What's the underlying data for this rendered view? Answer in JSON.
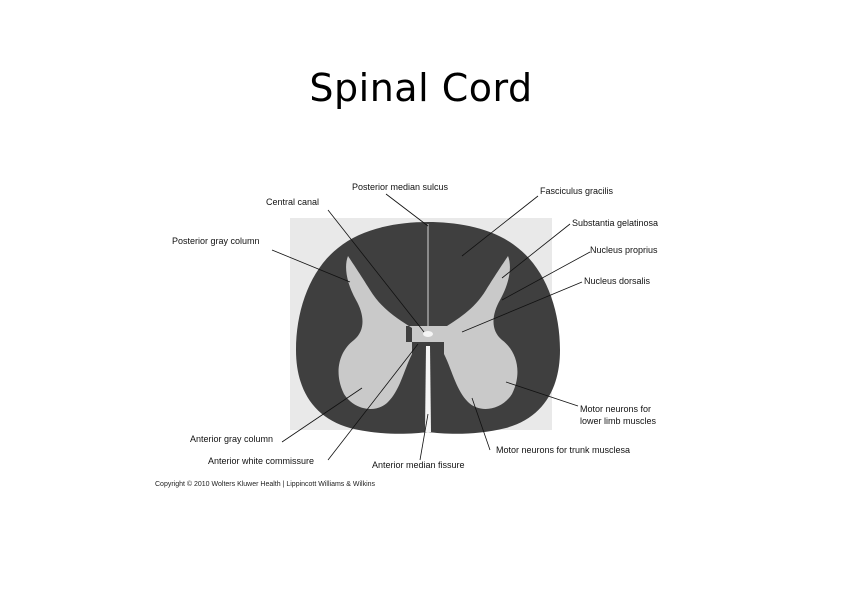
{
  "slide": {
    "title": "Spinal Cord"
  },
  "figure": {
    "labels": {
      "posterior_median_sulcus": "Posterior median sulcus",
      "central_canal": "Central canal",
      "posterior_gray_column": "Posterior gray column",
      "fasciculus_gracilis": "Fasciculus gracilis",
      "substantia_gelatinosa": "Substantia gelatinosa",
      "nucleus_proprius": "Nucleus proprius",
      "nucleus_dorsalis": "Nucleus dorsalis",
      "motor_neurons_lower_limb_1": "Motor neurons for",
      "motor_neurons_lower_limb_2": "lower limb muscles",
      "anterior_gray_column": "Anterior gray column",
      "motor_neurons_trunk": "Motor neurons for trunk musclesa",
      "anterior_white_commissure": "Anterior white commissure",
      "anterior_median_fissure": "Anterior median fissure"
    },
    "copyright": "Copyright © 2010 Wolters Kluwer Health | Lippincott Williams & Wilkins"
  }
}
